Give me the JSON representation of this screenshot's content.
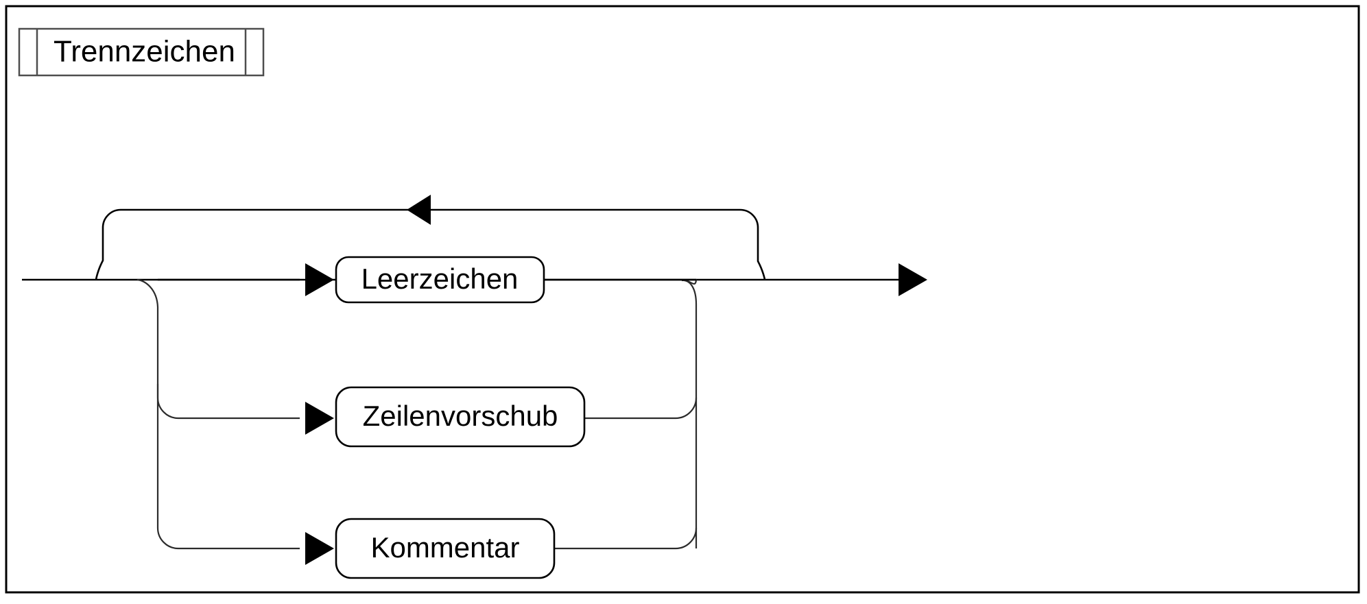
{
  "diagram": {
    "title": "Trennzeichen",
    "kind": "railroad-syntax-diagram",
    "description": "Syntaxdiagramm Trennzeichen mit Wiederholungsschleife",
    "frame": {
      "border_color": "#000000",
      "background_color": "#ffffff"
    },
    "title_box": {
      "label": "Trennzeichen",
      "border_color": "#4d4d4d",
      "fill_color": "#ffffff"
    },
    "alternatives": [
      {
        "id": "leerzeichen",
        "label": "Leerzeichen",
        "row": 1
      },
      {
        "id": "zeilenvorschub",
        "label": "Zeilenvorschub",
        "row": 2
      },
      {
        "id": "kommentar",
        "label": "Kommentar",
        "row": 3
      }
    ],
    "connectors": {
      "entry_label": "entry-track",
      "exit_label": "exit-track",
      "loop_label": "repeat-loop-track",
      "loop_arrow_direction": "left",
      "exit_arrow_direction": "right",
      "branch_arrow_direction": "right"
    },
    "colors": {
      "track": "#000000",
      "text": "#000000",
      "box_fill": "#ffffff",
      "title_border": "#4d4d4d"
    }
  }
}
